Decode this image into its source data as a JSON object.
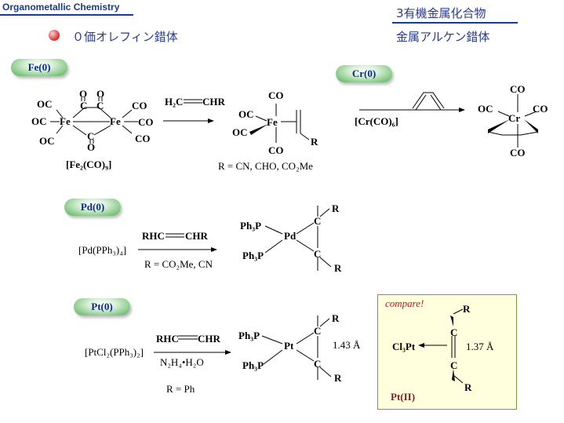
{
  "header": {
    "left_title": "Organometallic Chemistry",
    "right_title": "3有機金属化合物"
  },
  "slide": {
    "subtitle_left": "０価オレフィン錯体",
    "subtitle_right": "金属アルケン錯体"
  },
  "badges": {
    "fe": "Fe(0)",
    "cr": "Cr(0)",
    "pd": "Pd(0)",
    "pt": "Pt(0)"
  },
  "fe_section": {
    "reagent": "[Fe₂(CO)₉]",
    "olefin_left": "H₂C",
    "olefin_right": "CHR",
    "conditions": "R = CN, CHO, CO₂Me",
    "co": "CO",
    "oc": "OC",
    "fe": "Fe",
    "c": "C",
    "o": "O",
    "r": "R"
  },
  "cr_section": {
    "reagent": "[Cr(CO)₆]",
    "metal": "Cr",
    "co": "CO",
    "oc": "OC"
  },
  "pd_section": {
    "reagent": "[Pd(PPh₃)₄]",
    "olefin_left": "RHC",
    "olefin_right": "CHR",
    "conditions": "R = CO₂Me, CN",
    "ligand": "Ph₃P",
    "metal": "Pd",
    "c": "C",
    "r": "R"
  },
  "pt_section": {
    "reagent": "[PtCl₂(PPh₃)₂]",
    "olefin_left": "RHC",
    "olefin_right": "CHR",
    "reductant": "N₂H₄•H₂O",
    "conditions": "R = Ph",
    "ligand": "Ph₃P",
    "metal": "Pt",
    "c": "C",
    "r": "R",
    "bond_length": "1.43 Å"
  },
  "compare_box": {
    "title": "compare!",
    "metal_fragment": "Cl₃Pt",
    "c": "C",
    "r": "R",
    "bond_length": "1.37 Å",
    "oxidation_state": "Pt(II)"
  }
}
